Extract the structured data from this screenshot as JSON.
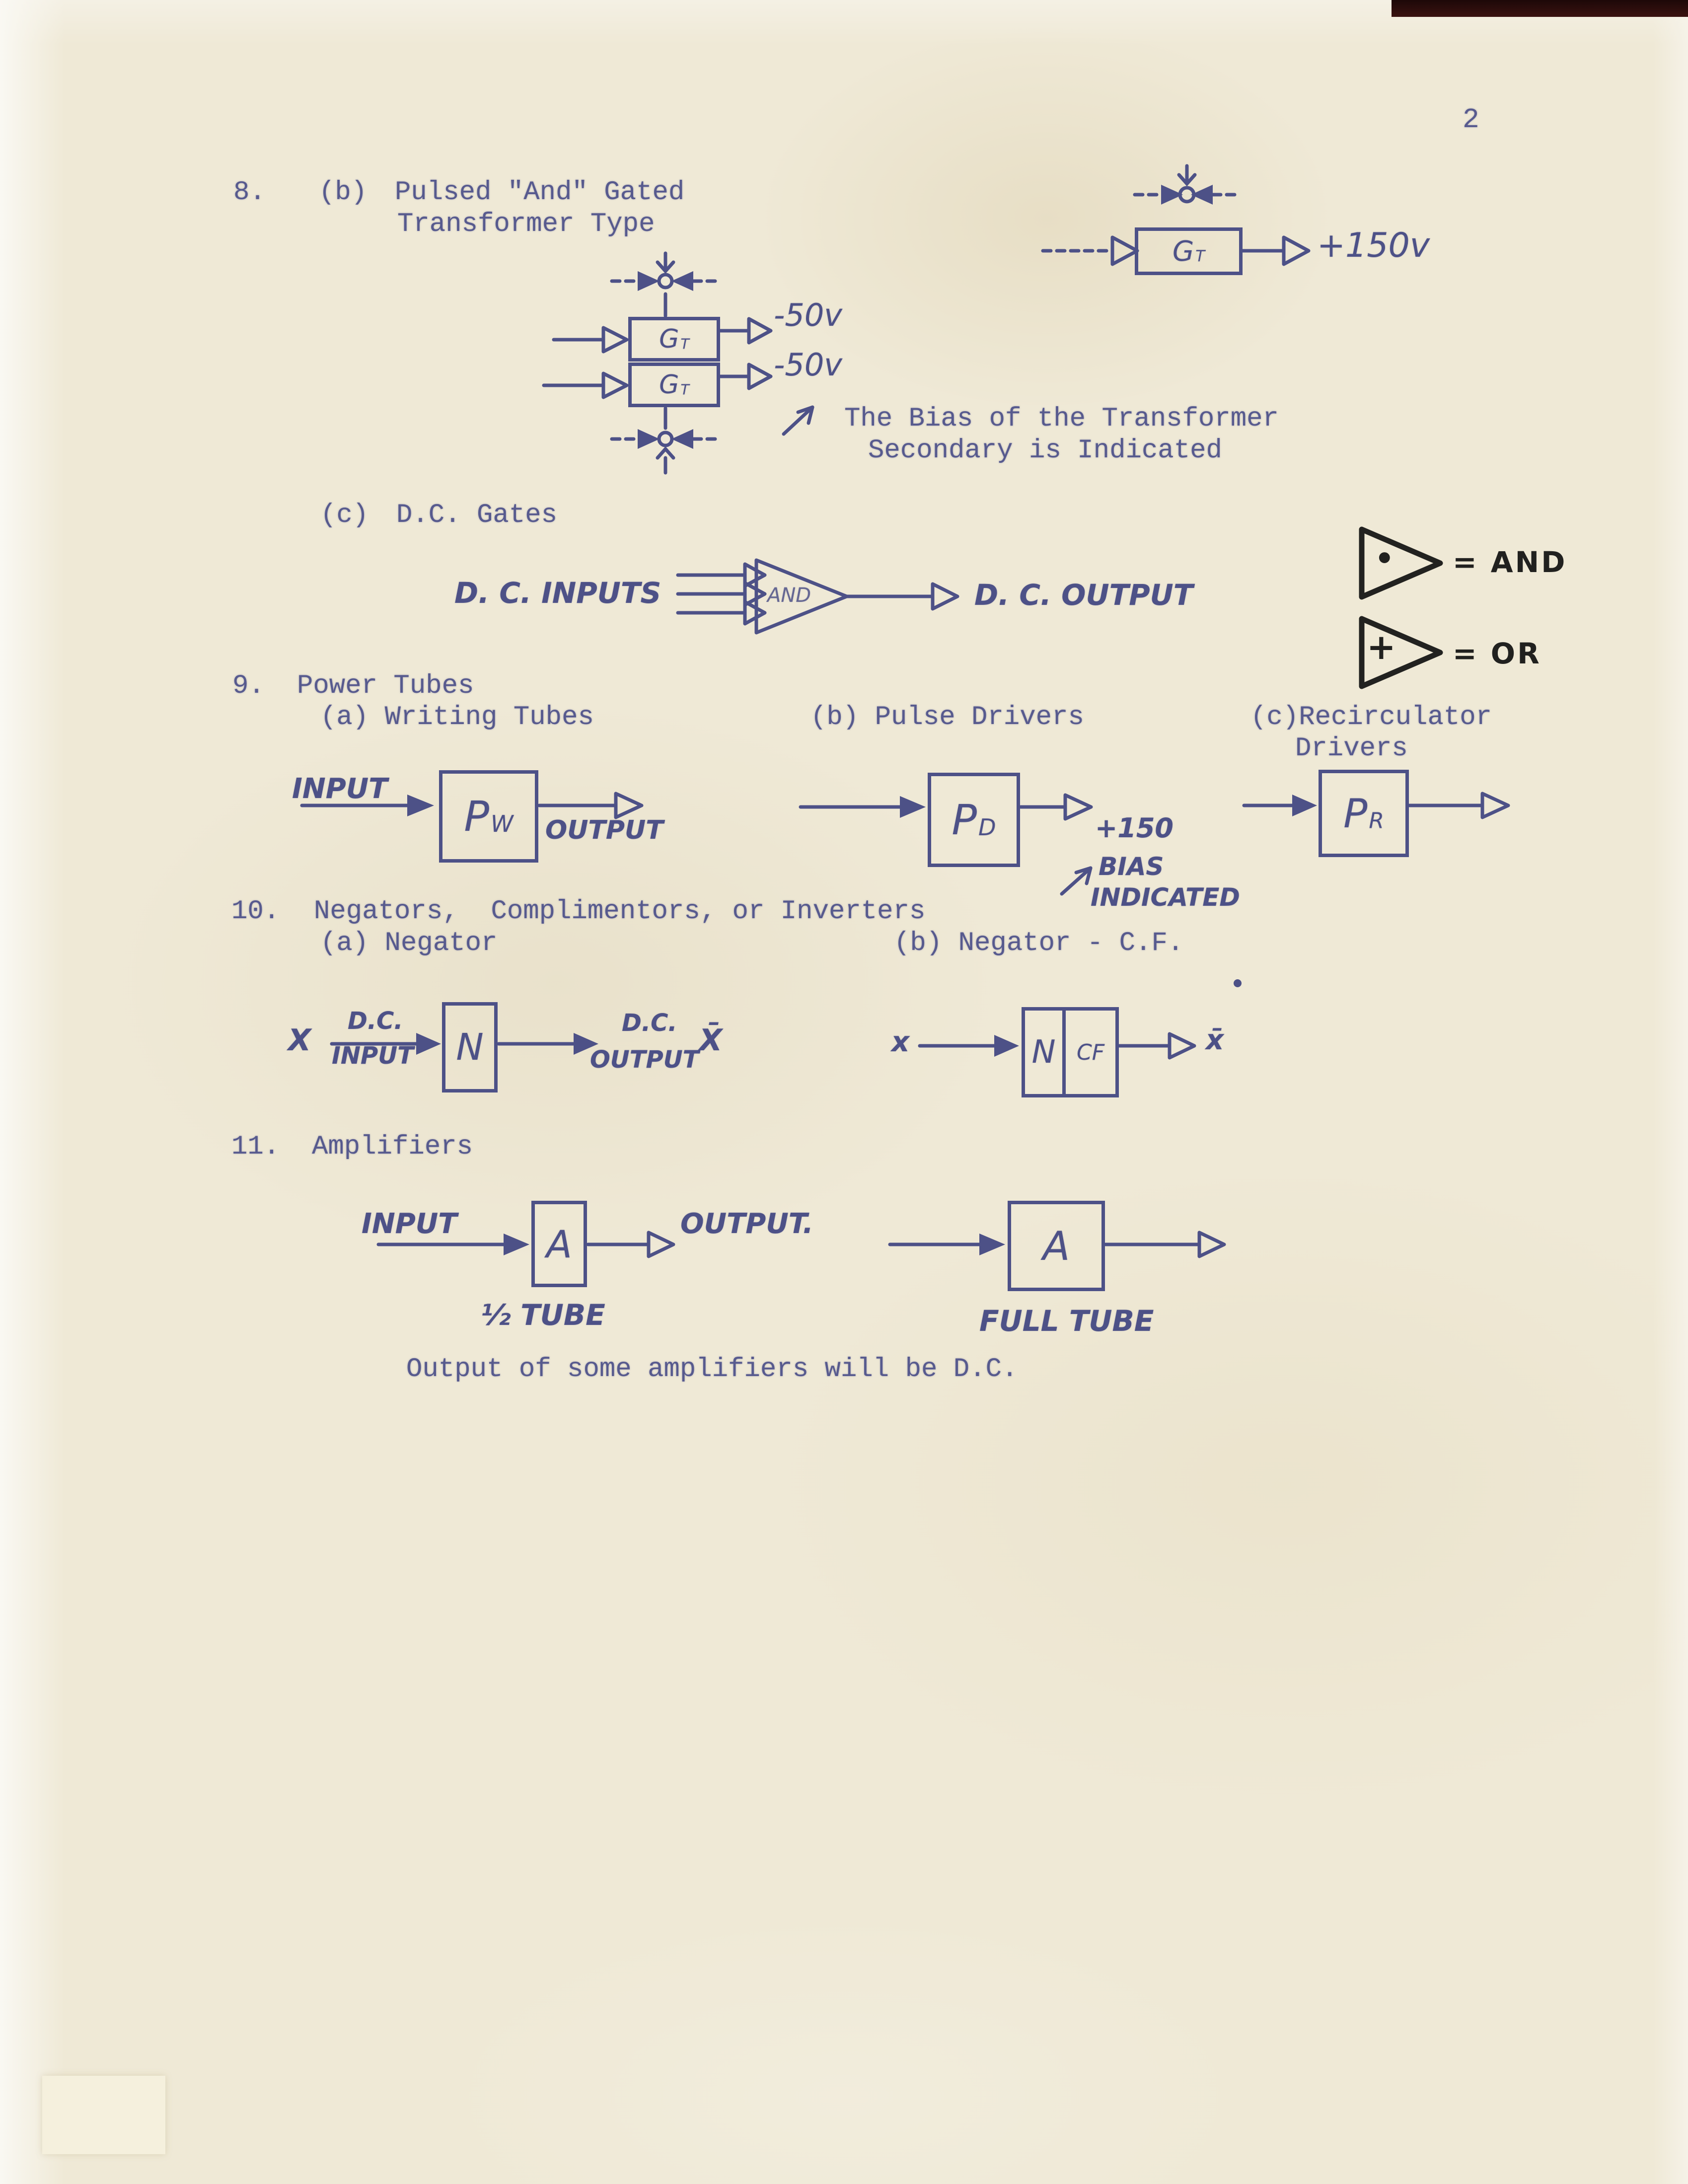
{
  "page_number": "2",
  "colors": {
    "paper": "#efe9d6",
    "typewriter_ink": "#575a8e",
    "hand_ink": "#4d5187",
    "legend_ink": "#21211f",
    "corner_strip": "#2a0c0c"
  },
  "s8": {
    "number": "8.",
    "b": {
      "label": "(b)",
      "title1": "Pulsed \"And\" Gated",
      "title2": "Transformer Type"
    },
    "gt_right": {
      "main": "G",
      "sub": "T",
      "output": "+150v"
    },
    "gt_left": {
      "main1": "G",
      "sub1": "T",
      "main2": "G",
      "sub2": "T",
      "out1": "-50v",
      "out2": "-50v"
    },
    "bias_note1": "The Bias of the Transformer",
    "bias_note2": "Secondary is Indicated",
    "c": {
      "label": "(c)",
      "title": "D.C. Gates"
    },
    "dc_gate": {
      "inputs": "D. C. INPUTS",
      "gate": "AND",
      "output": "D. C. OUTPUT"
    },
    "legend": {
      "and_sym": "•",
      "and_eq": "= AND",
      "or_sym": "+",
      "or_eq": "= OR"
    }
  },
  "s9": {
    "number": "9.",
    "title": "Power Tubes",
    "a": "(a) Writing Tubes",
    "b": "(b) Pulse Drivers",
    "c1": "(c)Recirculator",
    "c2": "Drivers",
    "writing": {
      "input": "INPUT",
      "main": "P",
      "sub": "W",
      "output": "OUTPUT"
    },
    "pulse": {
      "main": "P",
      "sub": "D",
      "plus150": "+150",
      "bias1": "BIAS",
      "bias2": "INDICATED"
    },
    "recirc": {
      "main": "P",
      "sub": "R"
    }
  },
  "s10": {
    "number": "10.",
    "title": "Negators,  Complimentors, or Inverters",
    "a": "(a) Negator",
    "b": "(b) Negator - C.F.",
    "neg": {
      "x": "X",
      "in1": "D.C.",
      "in2": "INPUT",
      "box": "N",
      "out1": "D.C.",
      "out2": "OUTPUT",
      "xbar": "X̄"
    },
    "cf": {
      "x": "x",
      "box_left": "N",
      "box_right": "CF",
      "xbar": "x̄"
    }
  },
  "s11": {
    "number": "11.",
    "title": "Amplifiers",
    "half": {
      "input": "INPUT",
      "box": "A",
      "output": "OUTPUT.",
      "caption": "½ TUBE"
    },
    "full": {
      "box": "A",
      "caption": "FULL TUBE"
    },
    "footnote": "Output of some amplifiers will be D.C."
  }
}
